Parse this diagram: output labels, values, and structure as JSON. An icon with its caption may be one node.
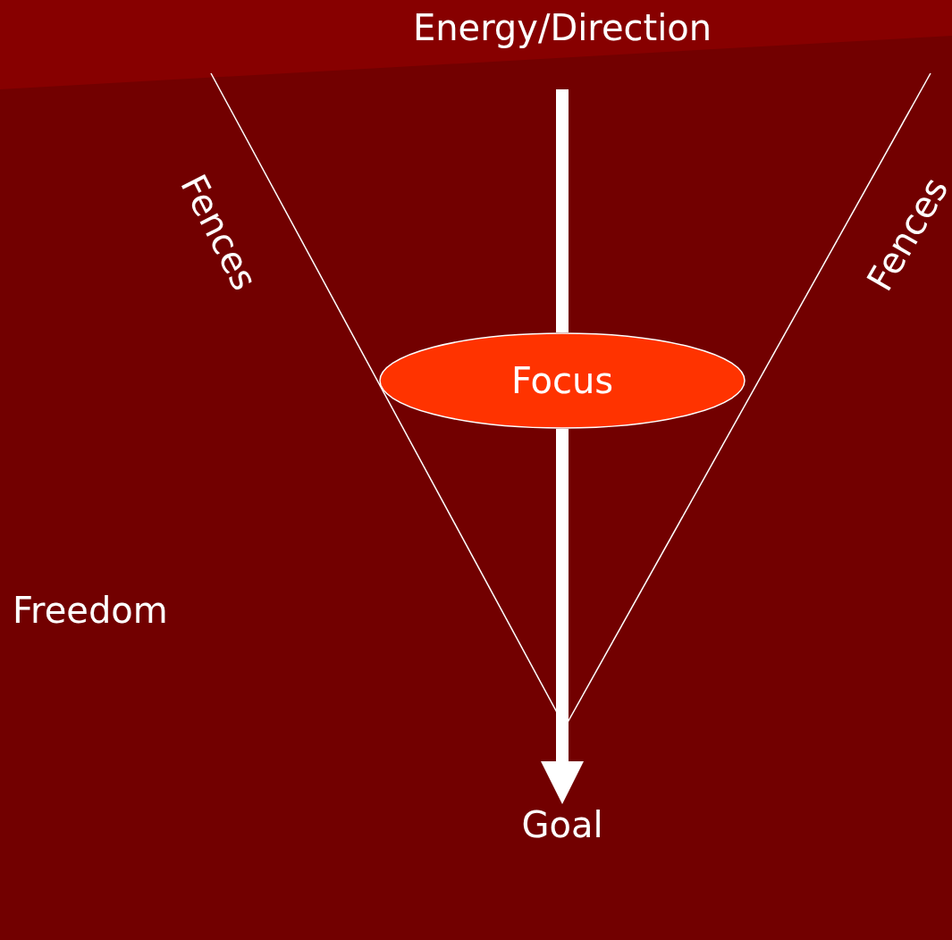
{
  "diagram": {
    "nodes": [
      {
        "text": [
          "Energy/Direction"
        ]
      },
      {
        "text": [
          "Focus"
        ]
      },
      {
        "text": [
          "Goal"
        ]
      }
    ],
    "edges": [
      {
        "from": 0,
        "to": 1,
        "arrow": "none"
      },
      {
        "from": 1,
        "to": 2,
        "arrow": "to"
      }
    ],
    "labels": [
      "Fences",
      "Fences",
      "Freedom"
    ]
  }
}
